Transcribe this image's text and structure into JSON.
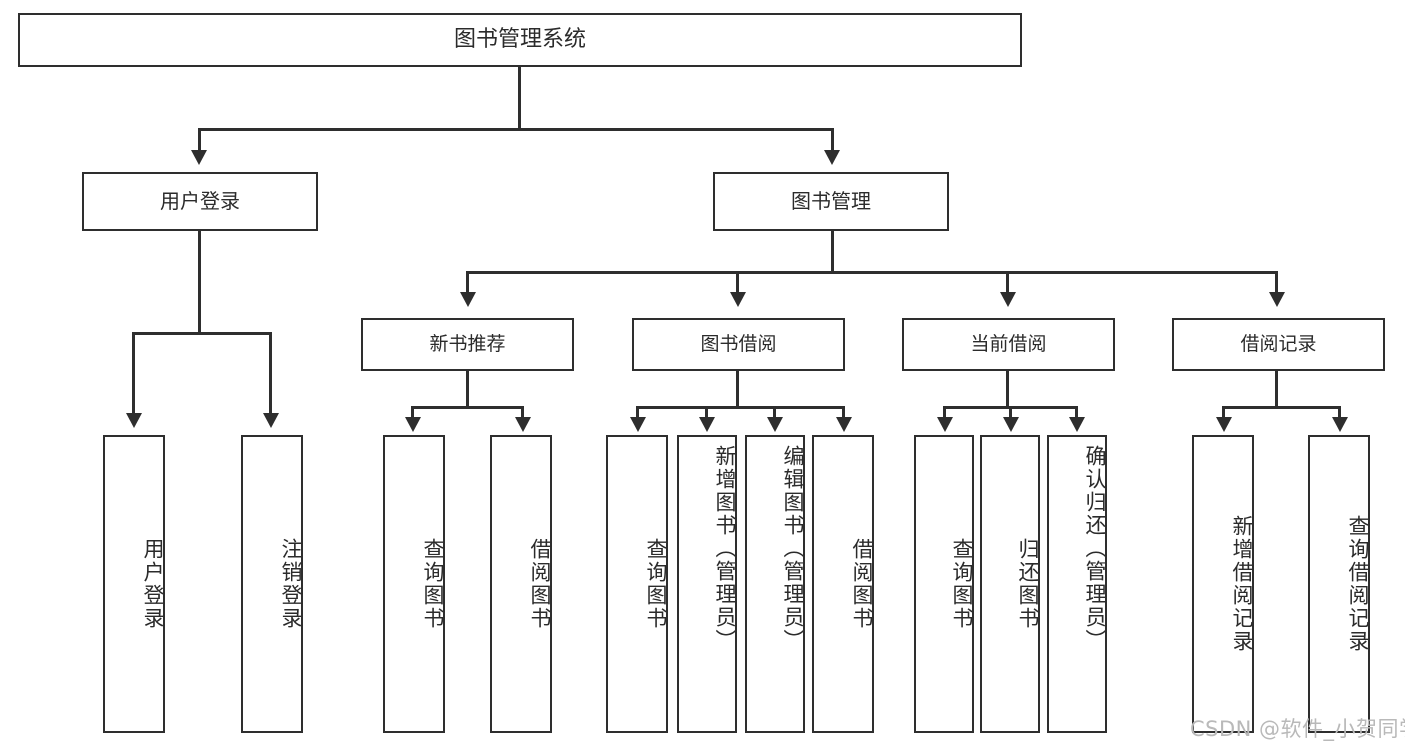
{
  "diagram": {
    "title": "图书管理系统",
    "root": {
      "label": "图书管理系统"
    },
    "level1": [
      {
        "label": "用户登录"
      },
      {
        "label": "图书管理"
      }
    ],
    "level2": [
      {
        "label": "新书推荐"
      },
      {
        "label": "图书借阅"
      },
      {
        "label": "当前借阅"
      },
      {
        "label": "借阅记录"
      }
    ],
    "leaves": {
      "user_login": [
        {
          "label": "用户登录"
        },
        {
          "label": "注销登录"
        }
      ],
      "new_book_recommend": [
        {
          "label": "查询图书"
        },
        {
          "label": "借阅图书"
        }
      ],
      "book_borrow": [
        {
          "label": "查询图书"
        },
        {
          "label": "新增图书（管理员）"
        },
        {
          "label": "编辑图书（管理员）"
        },
        {
          "label": "借阅图书"
        }
      ],
      "current_borrow": [
        {
          "label": "查询图书"
        },
        {
          "label": "归还图书"
        },
        {
          "label": "确认归还（管理员）"
        }
      ],
      "borrow_record": [
        {
          "label": "新增借阅记录"
        },
        {
          "label": "查询借阅记录"
        }
      ]
    }
  },
  "watermark": {
    "text": "CSDN @软件_小贺同学"
  },
  "colors": {
    "stroke": "#2e2e2e",
    "text": "#2b2b2b",
    "background": "#ffffff",
    "watermark": "#b9b9b9"
  }
}
